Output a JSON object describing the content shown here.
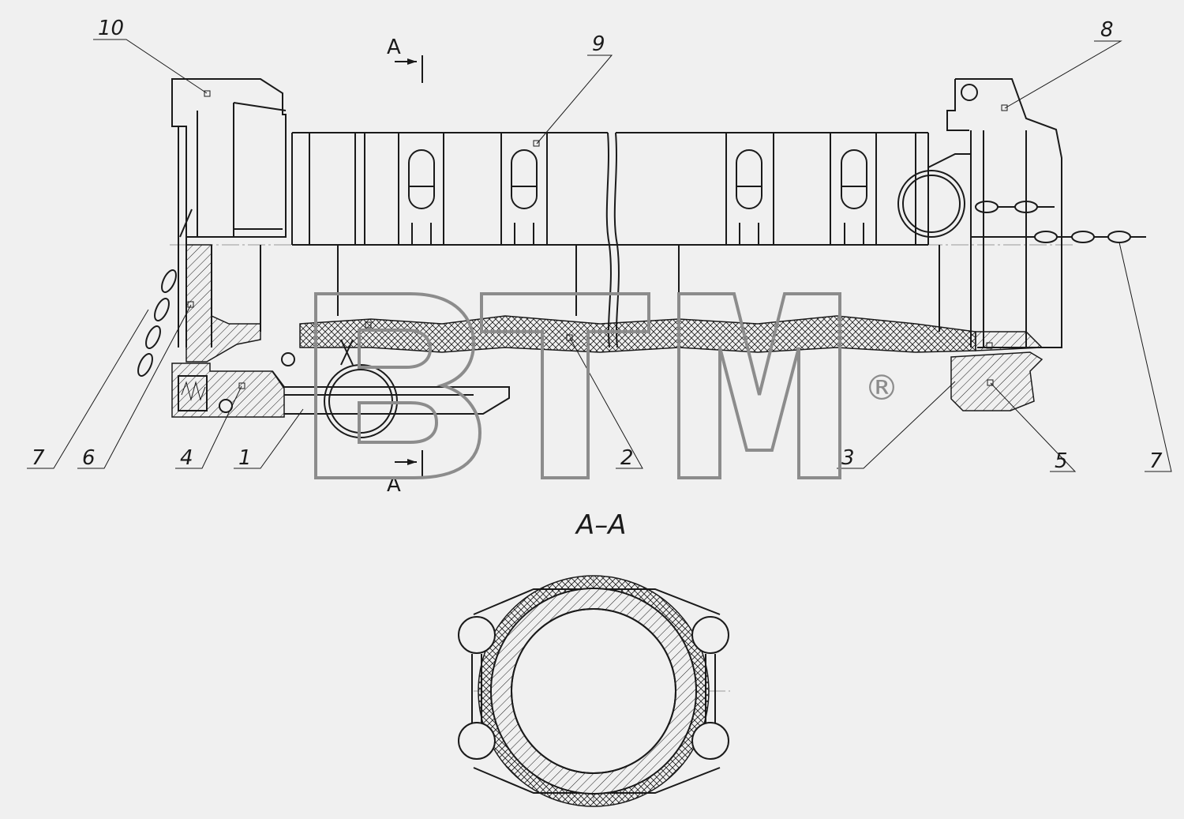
{
  "drawing": {
    "section_marks": {
      "top_label": "A",
      "bottom_label": "A"
    },
    "section_title": "А–А",
    "callouts": [
      {
        "id": "c10",
        "label": "10"
      },
      {
        "id": "c9",
        "label": "9"
      },
      {
        "id": "c8",
        "label": "8"
      },
      {
        "id": "c7a",
        "label": "7"
      },
      {
        "id": "c6",
        "label": "6"
      },
      {
        "id": "c4",
        "label": "4"
      },
      {
        "id": "c1",
        "label": "1"
      },
      {
        "id": "c2",
        "label": "2"
      },
      {
        "id": "c3",
        "label": "3"
      },
      {
        "id": "c5",
        "label": "5"
      },
      {
        "id": "c7b",
        "label": "7"
      }
    ],
    "watermark": {
      "text": "BTM",
      "registered": "®"
    }
  }
}
